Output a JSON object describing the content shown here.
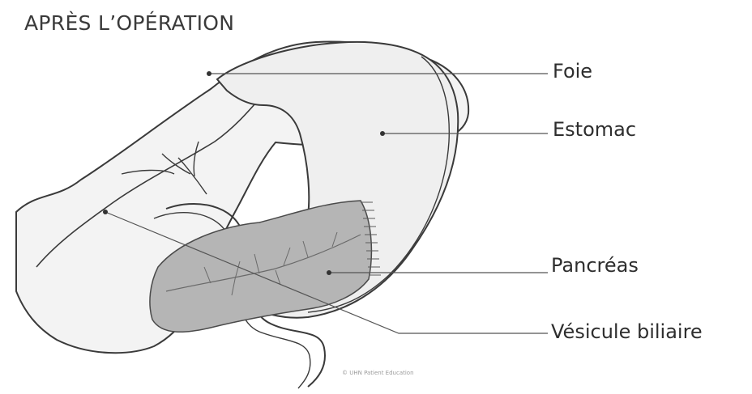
{
  "title": "APRÈS L’OPÉRATION",
  "labels": {
    "foie": "Foie",
    "estomac": "Estomac",
    "pancreas": "Pancréas",
    "vesicule": "Vésicule biliaire"
  },
  "credit": "© UHN Patient Education",
  "colors": {
    "outline": "#3a3a3a",
    "organ_fill": "#f2f2f2",
    "pancreas_fill": "#b5b5b5",
    "leader": "#555555"
  }
}
